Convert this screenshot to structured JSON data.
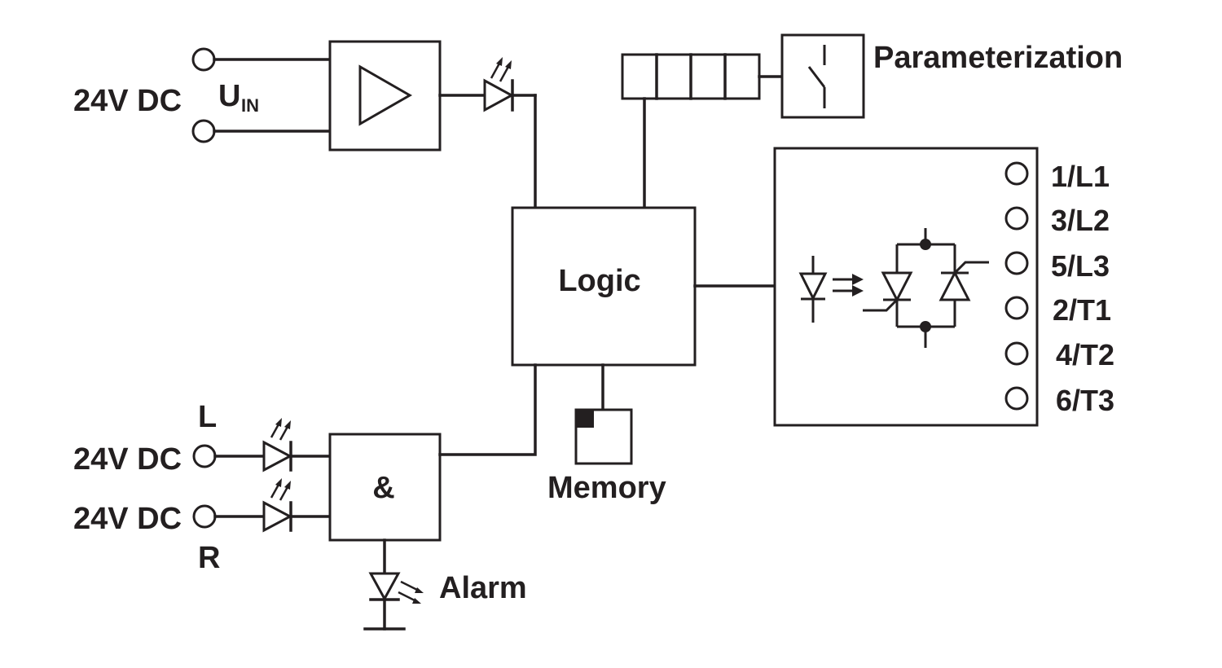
{
  "inputs": {
    "supply_label": "24V DC",
    "uin_main": "U",
    "uin_sub": "IN",
    "left_side": "L",
    "right_side": "R",
    "left_supply": "24V DC",
    "right_supply": "24V DC"
  },
  "blocks": {
    "logic": "Logic",
    "and_gate": "&",
    "memory": "Memory",
    "alarm": "Alarm",
    "parameterization": "Parameterization"
  },
  "terminals": [
    "1/L1",
    "3/L2",
    "5/L3",
    "2/T1",
    "4/T2",
    "6/T3"
  ],
  "colors": {
    "line": "#231f20",
    "background": "#ffffff"
  }
}
